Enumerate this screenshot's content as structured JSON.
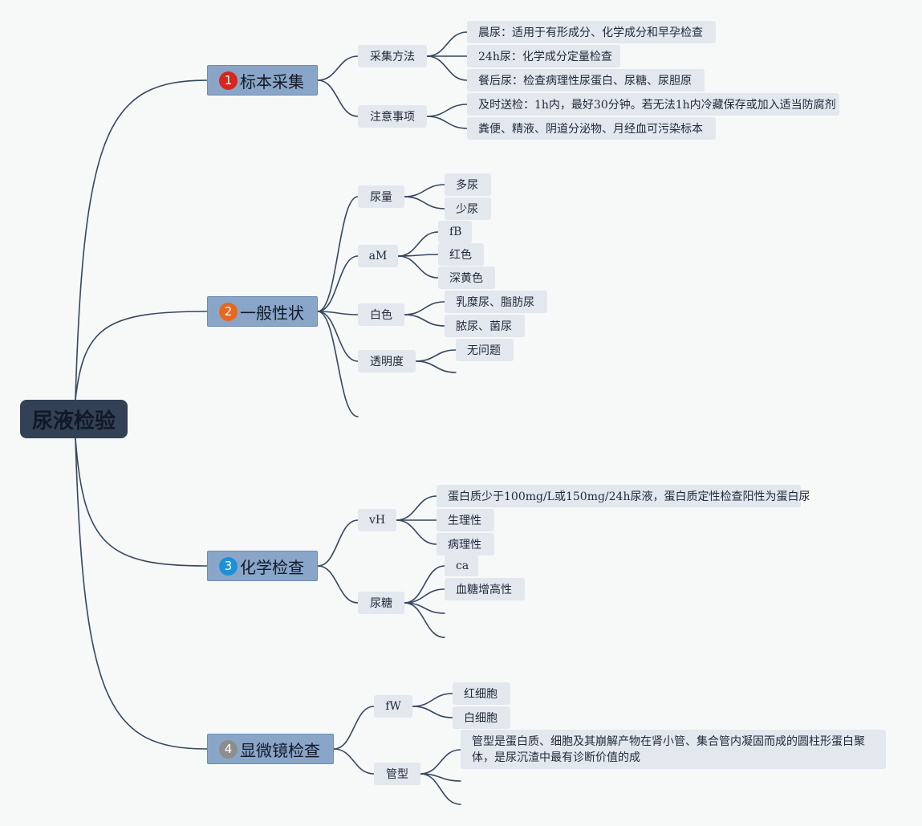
{
  "root": {
    "label": "尿液检验"
  },
  "colors": {
    "badge_1": "#d7261e",
    "badge_2": "#e8671e",
    "badge_3": "#1e90d8",
    "badge_4": "#8d8d8d",
    "branch_fill": "#89a6c8",
    "root_fill": "#334155",
    "line": "#34485e"
  },
  "branches": [
    {
      "num": "1",
      "label": "标本采集",
      "subs": [
        {
          "label": "采集方法",
          "leaves": [
            "晨尿：适用于有形成分、化学成分和早孕检查",
            "24h尿：化学成分定量检查",
            "餐后尿：检查病理性尿蛋白、尿糖、尿胆原"
          ]
        },
        {
          "label": "注意事项",
          "leaves": [
            "及时送检：1h内，最好30分钟。若无法1h内冷藏保存或加入适当防腐剂",
            "粪便、精液、阴道分泌物、月经血可污染标本"
          ]
        }
      ]
    },
    {
      "num": "2",
      "label": "一般性状",
      "subs": [
        {
          "label": "尿量",
          "leaves": [
            "多尿",
            "少尿"
          ]
        },
        {
          "label": "aM",
          "leaves": [
            "fB",
            "红色",
            "深黄色"
          ]
        },
        {
          "label": "白色",
          "leaves": [
            "乳糜尿、脂肪尿",
            "脓尿、菌尿"
          ]
        },
        {
          "label": "透明度",
          "leaves": [
            "无问题"
          ]
        }
      ]
    },
    {
      "num": "3",
      "label": "化学检查",
      "subs": [
        {
          "label": "vH",
          "leaves": [
            "蛋白质少于100mg/L或150mg/24h尿液，蛋白质定性检查阳性为蛋白尿",
            "生理性",
            "病理性"
          ]
        },
        {
          "label": "尿糖",
          "leaves": [
            "ca",
            "血糖增高性"
          ]
        }
      ]
    },
    {
      "num": "4",
      "label": "显微镜检查",
      "subs": [
        {
          "label": "fW",
          "leaves": [
            "红细胞",
            "白细胞"
          ]
        },
        {
          "label": "管型",
          "leaves": [
            "管型是蛋白质、细胞及其崩解产物在肾小管、集合管内凝固而成的圆柱形蛋白聚体，是尿沉渣中最有诊断价值的成"
          ]
        }
      ]
    }
  ]
}
